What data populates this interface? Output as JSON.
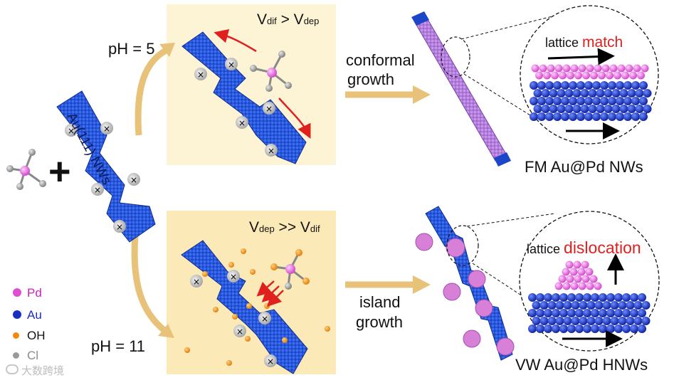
{
  "labels": {
    "ph_top": "pH = 5",
    "ph_bottom": "pH = 11",
    "cond_top_main1": "V",
    "cond_top_sub1": "dif",
    "cond_top_op": " > V",
    "cond_top_sub2": "dep",
    "cond_bot_main1": "V",
    "cond_bot_sub1": "dep",
    "cond_bot_op": " >> V",
    "cond_bot_sub2": "dif",
    "growth_top_line1": "conformal",
    "growth_top_line2": "growth",
    "growth_bot_line1": "island",
    "growth_bot_line2": "growth",
    "lattice_top_prefix": "lattice ",
    "lattice_top_word": "match",
    "lattice_bot_prefix": "lattice ",
    "lattice_bot_word": "dislocation",
    "product_top": "FM Au@Pd NWs",
    "product_bot": "VW Au@Pd HNWs",
    "nanowire_label": "Au(111) NWs",
    "plus": "+",
    "watermark": "大数跨境"
  },
  "legend": [
    {
      "label": "Pd",
      "color": "#e04fd0",
      "text_color": "#d01fb8"
    },
    {
      "label": "Au",
      "color": "#1a2fc0",
      "text_color": "#1a2fc0"
    },
    {
      "label": "OH",
      "color": "#f08a10",
      "text_color": "#111111"
    },
    {
      "label": "Cl",
      "color": "#9a9a9a",
      "text_color": "#8a8a8a"
    }
  ],
  "colors": {
    "au_blue": "#1f4fd6",
    "pd_pink": "#e070e0",
    "arrow_gold": "#e9c27a",
    "red_arrow": "#e0201f",
    "panel_top": "#fdf4d6",
    "panel_bot": "#fbe9b8"
  }
}
